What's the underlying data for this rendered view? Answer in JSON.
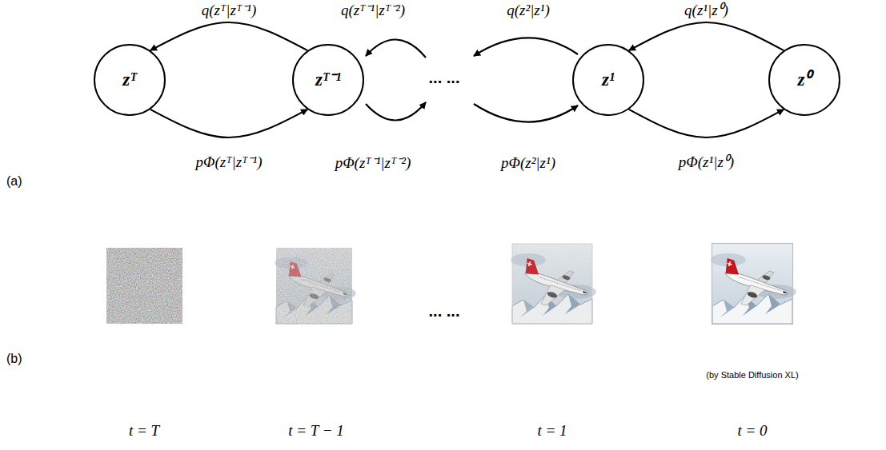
{
  "diagram": {
    "nodes": [
      {
        "text": [
          "zᵀ"
        ]
      },
      {
        "text": [
          "zᵀ⁻¹"
        ]
      },
      {
        "text": [
          "z¹"
        ]
      },
      {
        "text": [
          "z⁰"
        ]
      }
    ],
    "edges": [
      {
        "from": 1,
        "to": 0,
        "arrow": "to",
        "label": "q(zᵀ|zᵀ⁻¹)"
      },
      {
        "from": 0,
        "to": 1,
        "arrow": "to",
        "label": "pΦ(zᵀ|zᵀ⁻¹)"
      },
      {
        "from": 3,
        "to": 2,
        "arrow": "to",
        "label": "q(z¹|z⁰)"
      },
      {
        "from": 2,
        "to": 3,
        "arrow": "to",
        "label": "pΦ(z¹|z⁰)"
      }
    ],
    "labels": [
      "(a)",
      "... ...",
      "q(zᵀ⁻¹|zᵀ⁻²)",
      "q(z²|z¹)",
      "pΦ(zᵀ⁻¹|zᵀ⁻²)",
      "pΦ(z²|z¹)",
      "(b)",
      "... ...",
      "(by Stable Diffusion XL)",
      "t = T",
      "t = T − 1",
      "t = 1",
      "t = 0"
    ]
  }
}
